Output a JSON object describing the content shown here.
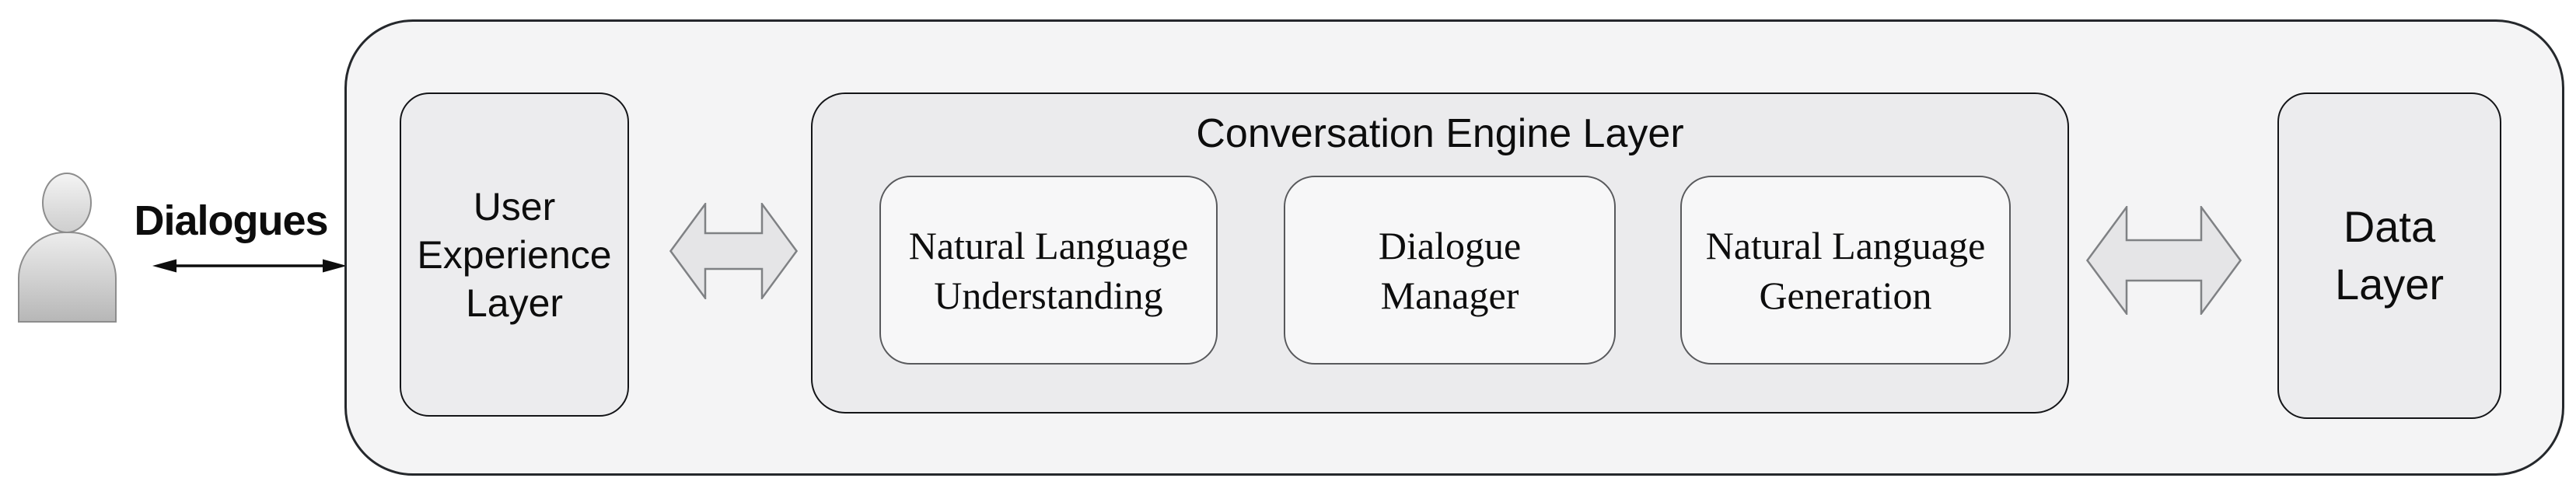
{
  "actor": {
    "icon": "person",
    "label": "Dialogues"
  },
  "layers": {
    "ux": {
      "name": "User Experience Layer",
      "lines": [
        "User",
        "Experience",
        "Layer"
      ]
    },
    "engine": {
      "title": "Conversation Engine Layer",
      "modules": [
        {
          "id": "natural-language-understanding",
          "lines": [
            "Natural Language",
            "Understanding"
          ]
        },
        {
          "id": "dialogue-manager",
          "lines": [
            "Dialogue",
            "Manager"
          ]
        },
        {
          "id": "natural-language-generation",
          "lines": [
            "Natural Language",
            "Generation"
          ]
        }
      ]
    },
    "data": {
      "name": "Data Layer",
      "lines": [
        "Data",
        "Layer"
      ]
    }
  },
  "connectors": {
    "user_to_ux": "double-headed-line-arrow",
    "ux_to_engine": "double-block-arrow",
    "engine_to_data": "double-block-arrow"
  },
  "colors": {
    "page_bg": "#ffffff",
    "outer_fill": "#f4f4f5",
    "outer_border": "#25282c",
    "layer_fill": "#ececee",
    "layer_border": "#141518",
    "engine_fill": "#ebebed",
    "module_fill": "#f7f7f8",
    "module_border": "#58595c",
    "arrow_fill": "#e5e5e7",
    "arrow_border": "#7f8184",
    "text": "#0d0d0d",
    "person_border": "#8d8d8d"
  }
}
